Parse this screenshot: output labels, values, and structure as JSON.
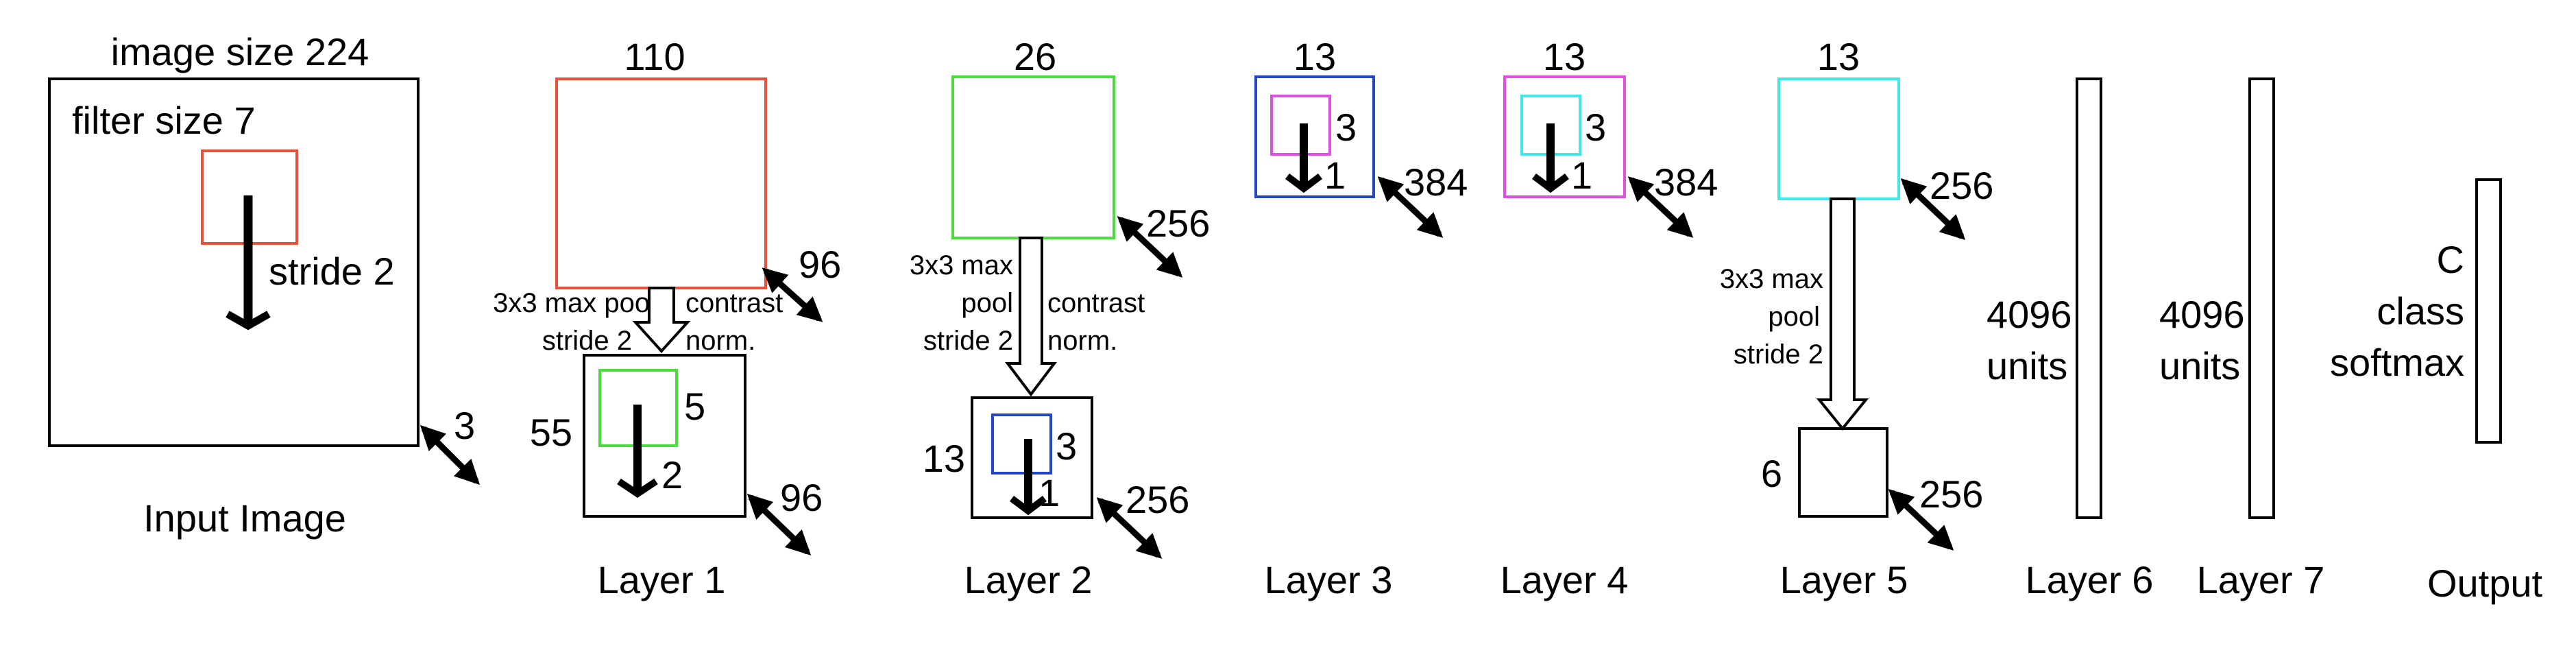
{
  "input": {
    "image_size": "image size 224",
    "filter_size": "filter size 7",
    "stride": "stride 2",
    "depth": "3",
    "caption": "Input Image"
  },
  "layer1": {
    "size_top": "110",
    "depth_top": "96",
    "pool": [
      "3x3 max pool",
      "stride 2"
    ],
    "norm": [
      "contrast",
      "norm."
    ],
    "size_bottom": "55",
    "filter": "5",
    "stride": "2",
    "depth_bottom": "96",
    "caption": "Layer 1"
  },
  "layer2": {
    "size_top": "26",
    "depth_top": "256",
    "pool": [
      "3x3 max",
      "pool",
      "stride 2"
    ],
    "norm": [
      "contrast",
      "norm."
    ],
    "size_bottom": "13",
    "filter": "3",
    "stride": "1",
    "depth_bottom": "256",
    "caption": "Layer 2"
  },
  "layer3": {
    "size": "13",
    "filter": "3",
    "stride": "1",
    "depth": "384",
    "caption": "Layer 3"
  },
  "layer4": {
    "size": "13",
    "filter": "3",
    "stride": "1",
    "depth": "384",
    "caption": "Layer 4"
  },
  "layer5": {
    "size_top": "13",
    "depth_top": "256",
    "pool": [
      "3x3 max",
      "pool",
      "stride 2"
    ],
    "size_bottom": "6",
    "depth_bottom": "256",
    "caption": "Layer 5"
  },
  "layer6": {
    "units": [
      "4096",
      "units"
    ],
    "caption": "Layer 6"
  },
  "layer7": {
    "units": [
      "4096",
      "units"
    ],
    "caption": "Layer 7"
  },
  "output": {
    "lines": [
      "C",
      "class",
      "softmax"
    ],
    "caption": "Output"
  },
  "colors": {
    "red": "#e8513a",
    "green": "#4cdc3c",
    "blue": "#2446c8",
    "magenta": "#e050e0",
    "cyan": "#40e8e8",
    "black": "#000000"
  }
}
